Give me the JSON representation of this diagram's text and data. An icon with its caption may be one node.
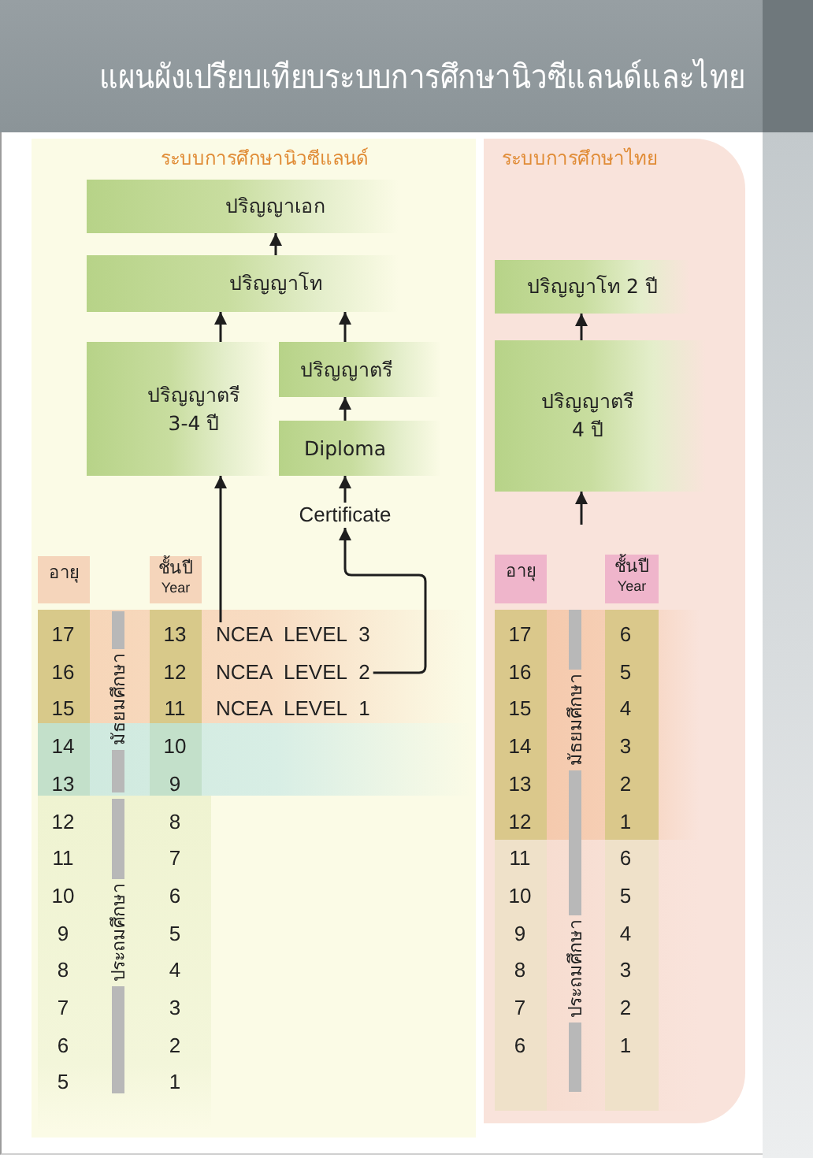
{
  "diagram": {
    "title": "แผนผังเปรียบเทียบระบบการศึกษานิวซีแลนด์และไทย",
    "nodes": [
      {
        "text": [
          "ระบบการศึกษานิวซีแลนด์"
        ]
      },
      {
        "text": [
          "ปริญญาเอก"
        ],
        "in": 0
      },
      {
        "text": [
          "ปริญญาโท"
        ],
        "in": 0
      },
      {
        "text": [
          "ปริญญาตรี 3-4 ปี"
        ],
        "in": 0
      },
      {
        "text": [
          "ปริญญาตรี"
        ],
        "in": 0
      },
      {
        "text": [
          "Diploma"
        ],
        "in": 0
      },
      {
        "text": [
          "Certificate"
        ],
        "in": 0
      },
      {
        "text": [
          "อายุ"
        ],
        "in": 0
      },
      {
        "text": [
          "ชั้นปี",
          "Year"
        ],
        "in": 0
      },
      {
        "text": [
          "NCEA LEVEL 3"
        ],
        "in": 0
      },
      {
        "text": [
          "NCEA LEVEL 2"
        ],
        "in": 0
      },
      {
        "text": [
          "ระบบการศึกษาไทย"
        ]
      },
      {
        "text": [
          "ปริญญาโท 2 ปี"
        ],
        "in": 11
      },
      {
        "text": [
          "ปริญญาตรี 4 ปี"
        ],
        "in": 11
      },
      {
        "text": [
          "อายุ"
        ],
        "in": 11
      },
      {
        "text": [
          "ชั้นปี",
          "Year"
        ],
        "in": 11
      }
    ],
    "edges": [
      {
        "from": 2,
        "to": 1,
        "arrow": "to"
      },
      {
        "from": 3,
        "to": 2,
        "arrow": "to"
      },
      {
        "from": 4,
        "to": 2,
        "arrow": "to"
      },
      {
        "from": 5,
        "to": 4,
        "arrow": "to"
      },
      {
        "from": 6,
        "to": 5,
        "arrow": "to"
      },
      {
        "from": 10,
        "to": 6,
        "arrow": "to"
      },
      {
        "from": 9,
        "to": 3,
        "arrow": "to"
      },
      {
        "from": 13,
        "to": 12,
        "arrow": "to"
      },
      {
        "from": null,
        "to": 13,
        "arrow": "to"
      }
    ],
    "labels": [
      "17",
      "13",
      "16",
      "12",
      "15",
      "11",
      "NCEA LEVEL 1",
      "14",
      "10",
      "13",
      "9",
      "12",
      "8",
      "11",
      "7",
      "10",
      "6",
      "9",
      "5",
      "8",
      "4",
      "7",
      "3",
      "6",
      "2",
      "5",
      "1",
      "มัธยมศึกษา",
      "ประถมศึกษา",
      "17",
      "6",
      "16",
      "5",
      "15",
      "4",
      "14",
      "3",
      "13",
      "2",
      "12",
      "1",
      "11",
      "6",
      "10",
      "5",
      "9",
      "4",
      "8",
      "3",
      "7",
      "2",
      "6",
      "1",
      "มัธยมศึกษา",
      "ประถมศึกษา"
    ]
  }
}
